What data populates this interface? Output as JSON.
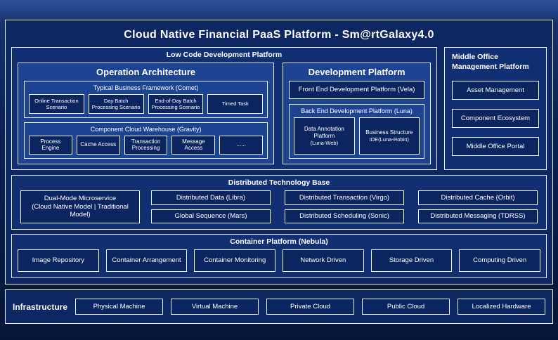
{
  "title": "Cloud Native Financial PaaS Platform - Sm@rtGalaxy4.0",
  "colors": {
    "background": "#0b2158",
    "panel": "#0c2761",
    "section": "#113073",
    "subsection": "#1c4492",
    "leaf": "#0a2560",
    "border": "#ffffff",
    "text": "#ffffff"
  },
  "low_code": {
    "label": "Low Code Development Platform",
    "operation_architecture": {
      "label": "Operation Architecture",
      "comet": {
        "label": "Typical Business Framework (Comet)",
        "items": [
          "Online Transaction Scenario",
          "Day Batch Processing Scenario",
          "End-of-Day Batch Processing Scenario",
          "Timed Task"
        ]
      },
      "gravity": {
        "label": "Component Cloud Warehouse (Gravity)",
        "items": [
          "Process Engine",
          "Cache Access",
          "Transaction Processing",
          "Message Access",
          "......"
        ]
      }
    },
    "development_platform": {
      "label": "Development Platform",
      "front_end": "Front End Development Platform (Vela)",
      "back_end": {
        "label": "Back End Development Platform (Luna)",
        "items": [
          {
            "name": "Data Annotation Platform",
            "sub": "(Luna-Web)"
          },
          {
            "name": "Business Structure",
            "sub": "IDE(Luna-Robin)"
          }
        ]
      }
    }
  },
  "middle_office": {
    "label": "Middle Office Management Platform",
    "items": [
      "Asset Management",
      "Component Ecosystem",
      "Middle Office Portal"
    ]
  },
  "distributed_base": {
    "label": "Distributed Technology Base",
    "dual_mode": {
      "line1": "Dual-Mode Microservice",
      "line2": "(Cloud Native Model | Traditional Model)"
    },
    "row1": [
      "Distributed Data (Libra)",
      "Distributed Transaction (Virgo)",
      "Distributed Cache (Orbit)"
    ],
    "row2": [
      "Global Sequence (Mars)",
      "Distributed Scheduling (Sonic)",
      "Distributed Messaging (TDRSS)"
    ]
  },
  "container_platform": {
    "label": "Container Platform (Nebula)",
    "items": [
      "Image Repository",
      "Container Arrangement",
      "Container Monitoring",
      "Network Driven",
      "Storage Driven",
      "Computing Driven"
    ]
  },
  "infrastructure": {
    "label": "Infrastructure",
    "items": [
      "Physical Machine",
      "Virtual Machine",
      "Private Cloud",
      "Public Cloud",
      "Localized Hardware"
    ]
  }
}
